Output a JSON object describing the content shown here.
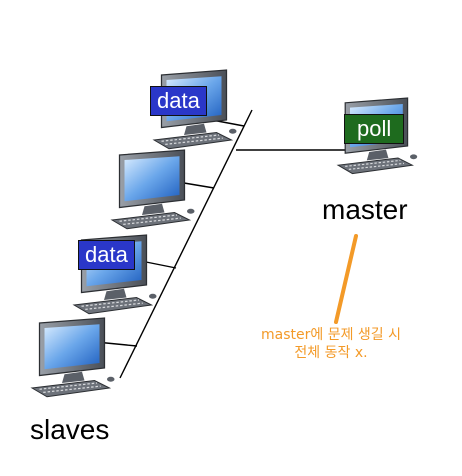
{
  "labels": {
    "data_top": "data",
    "data_mid": "data",
    "poll": "poll",
    "master": "master",
    "slaves": "slaves"
  },
  "annotation": {
    "line1": "master에 문제 생길 시",
    "line2": "전체 동작 x."
  },
  "colors": {
    "data_badge": "#2a37c9",
    "poll_badge": "#1e6b1e",
    "annotation": "#f39a28",
    "bus": "#000000"
  }
}
